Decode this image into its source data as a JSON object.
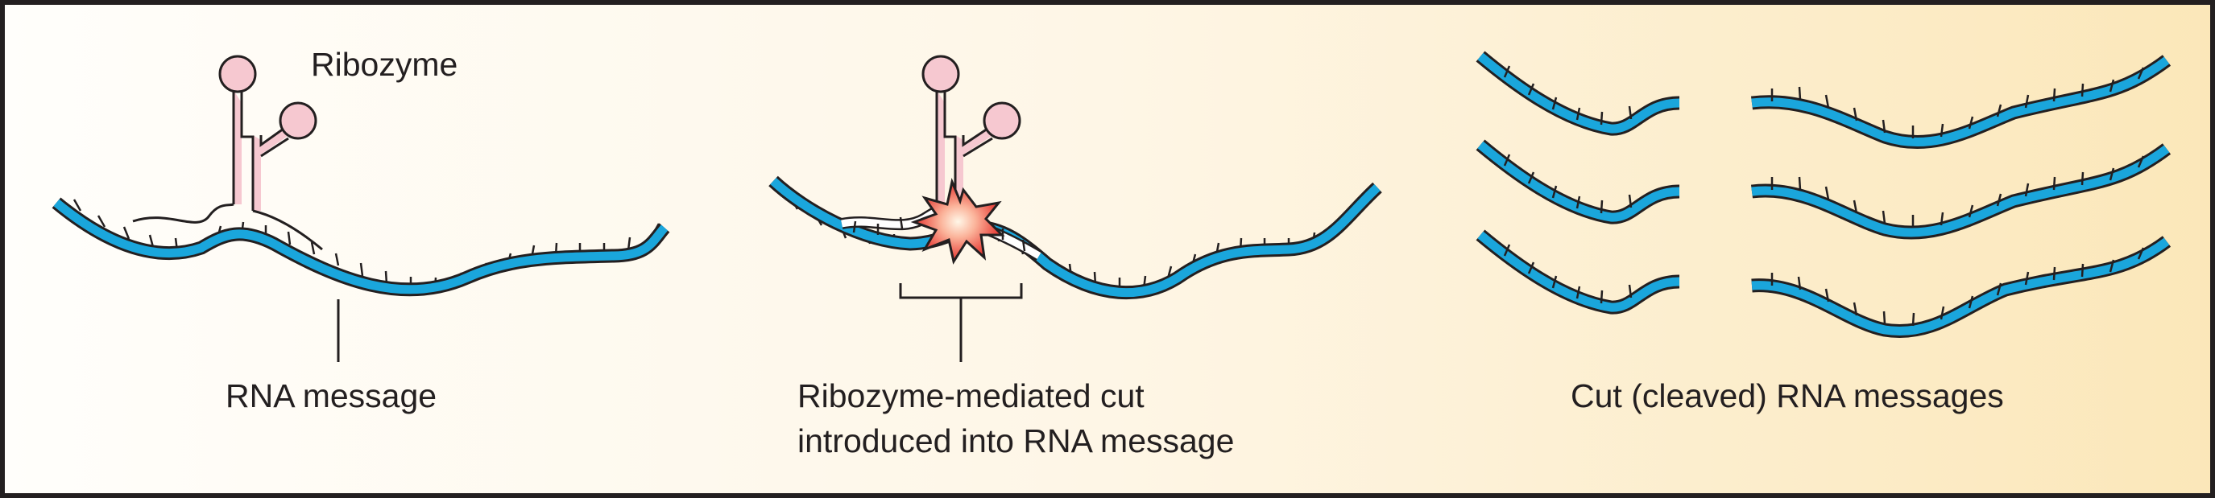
{
  "panels": {
    "intact": {
      "ribozyme_label": "Ribozyme",
      "message_label": "RNA message"
    },
    "cut": {
      "caption_lines": [
        "Ribozyme-mediated cut",
        "introduced into RNA message"
      ]
    },
    "cleaved": {
      "caption": "Cut (cleaved) RNA messages"
    }
  },
  "colors": {
    "background_left": "#fffefb",
    "background_right": "#fbe7b9",
    "rna_strand": "#1aa6dc",
    "ribozyme_fill": "#f6c8d0",
    "outline": "#231f20"
  }
}
